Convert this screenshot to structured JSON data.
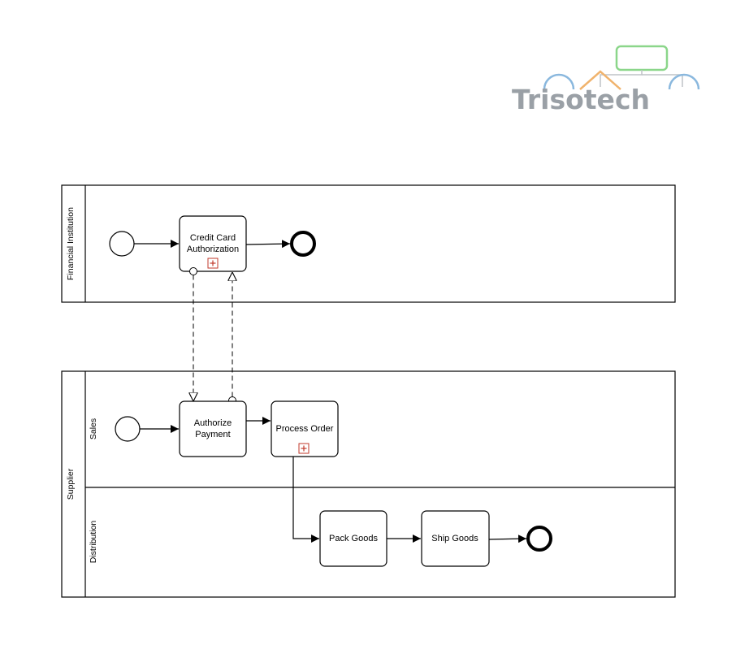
{
  "logo": {
    "text": "Trisotech",
    "colors": {
      "text": "#9aa0a6",
      "accent_blue": "#8ab8de",
      "accent_orange": "#f0b36d",
      "accent_green": "#8bd68a"
    }
  },
  "pools": {
    "financial": {
      "label": "Financial Institution"
    },
    "supplier": {
      "label": "Supplier",
      "lanes": {
        "sales": "Sales",
        "distribution": "Distribution"
      }
    }
  },
  "tasks": {
    "credit_card": {
      "line1": "Credit Card",
      "line2": "Authorization",
      "collapsed_subprocess": true
    },
    "authorize_payment": {
      "line1": "Authorize",
      "line2": "Payment"
    },
    "process_order": {
      "label": "Process Order",
      "collapsed_subprocess": true
    },
    "pack_goods": {
      "label": "Pack Goods"
    },
    "ship_goods": {
      "label": "Ship Goods"
    }
  },
  "colors": {
    "stroke": "#000000",
    "subprocess_marker": "#c0392b"
  }
}
